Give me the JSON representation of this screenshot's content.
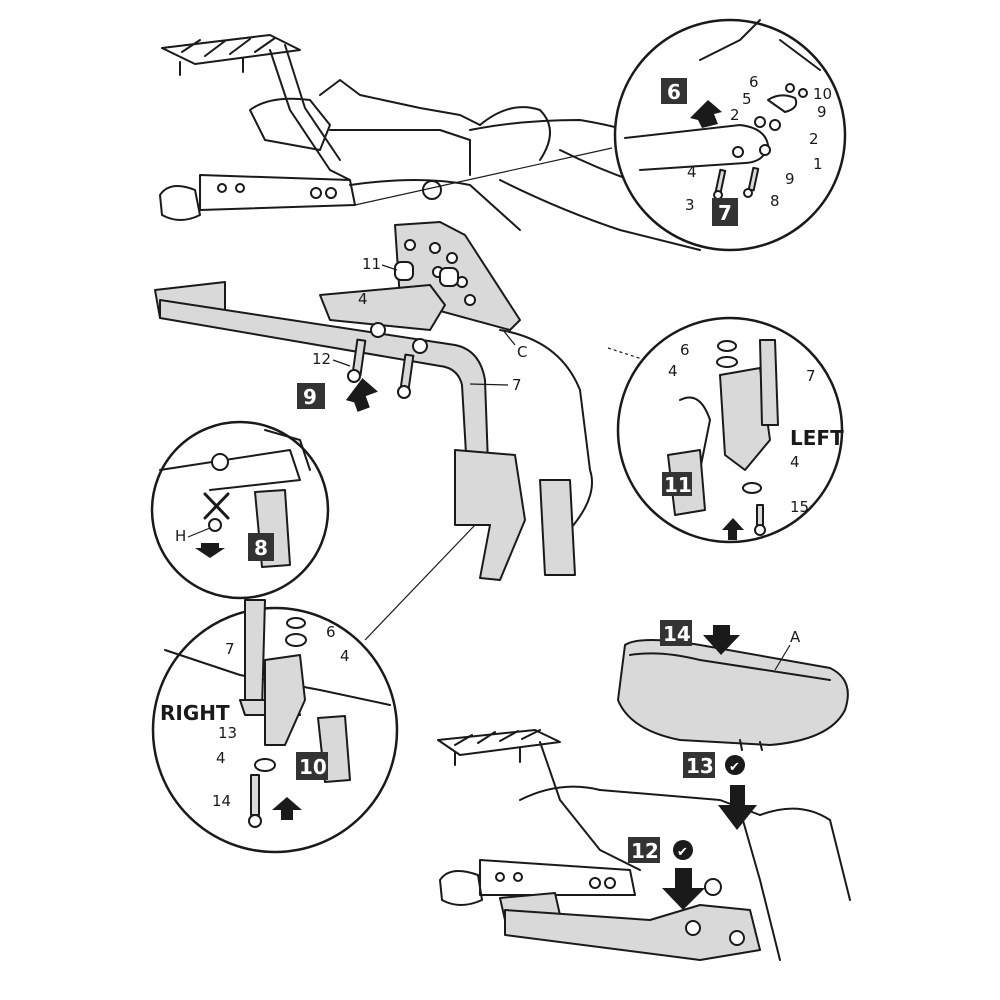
{
  "diagram": {
    "title": "Rear rack and side bracket installation",
    "steps": [
      {
        "id": "6",
        "label": "6",
        "action": "remove-up"
      },
      {
        "id": "7",
        "label": "7",
        "action": "install"
      },
      {
        "id": "8",
        "label": "8",
        "action": "remove-bolt-H"
      },
      {
        "id": "9",
        "label": "9",
        "action": "lift-into-place"
      },
      {
        "id": "10",
        "label": "10",
        "action": "install-right"
      },
      {
        "id": "11",
        "label": "11",
        "action": "install-left"
      },
      {
        "id": "12",
        "label": "12",
        "action": "tighten",
        "check": "✔"
      },
      {
        "id": "13",
        "label": "13",
        "action": "tighten",
        "check": "✔"
      },
      {
        "id": "14",
        "label": "14",
        "action": "install-seat"
      }
    ],
    "side_labels": {
      "left": "LEFT",
      "right": "RIGHT"
    },
    "callouts": {
      "detail_top": [
        "6",
        "5",
        "10",
        "9",
        "2",
        "2",
        "1",
        "4",
        "9",
        "3",
        "8"
      ],
      "main": {
        "spacer": "11",
        "washer": "4",
        "bolt": "12",
        "plate": "C",
        "frame": "7"
      },
      "detail_left": {
        "cap": "6",
        "washer_top": "4",
        "frame": "7",
        "washers": "4",
        "bolt": "15"
      },
      "detail_h": {
        "bolt": "H"
      },
      "detail_right": {
        "cap": "6",
        "washer_top": "4",
        "frame": "7",
        "spacer": "13",
        "washer": "4",
        "bolt": "14"
      },
      "seat": {
        "part": "A"
      }
    }
  }
}
